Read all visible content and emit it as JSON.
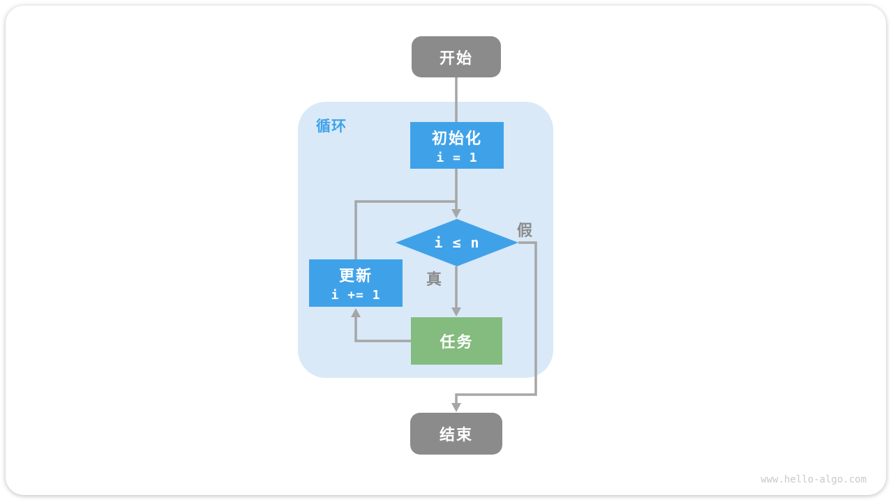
{
  "page": {
    "watermark": "www.hello-algo.com"
  },
  "colors": {
    "canvas_bg": "#ffffff",
    "node_gray": "#8b8b8b",
    "node_blue": "#3fa2e9",
    "node_green": "#84bb7e",
    "node_text": "#ffffff",
    "loop_bg": "#d9e9f8",
    "loop_label_color": "#3fa2e9",
    "line_gray": "#a6a6a6",
    "edge_label_color": "#8b8b8b",
    "watermark_color": "#c9c9c9"
  },
  "diagram": {
    "loop_label": "循环",
    "nodes": {
      "start": {
        "label": "开始"
      },
      "init": {
        "label": "初始化",
        "code": "i = 1"
      },
      "cond": {
        "label": "i ≤ n"
      },
      "update": {
        "label": "更新",
        "code": "i += 1"
      },
      "task": {
        "label": "任务"
      },
      "end": {
        "label": "结束"
      }
    },
    "edge_labels": {
      "true_label": "真",
      "false_label": "假"
    }
  }
}
